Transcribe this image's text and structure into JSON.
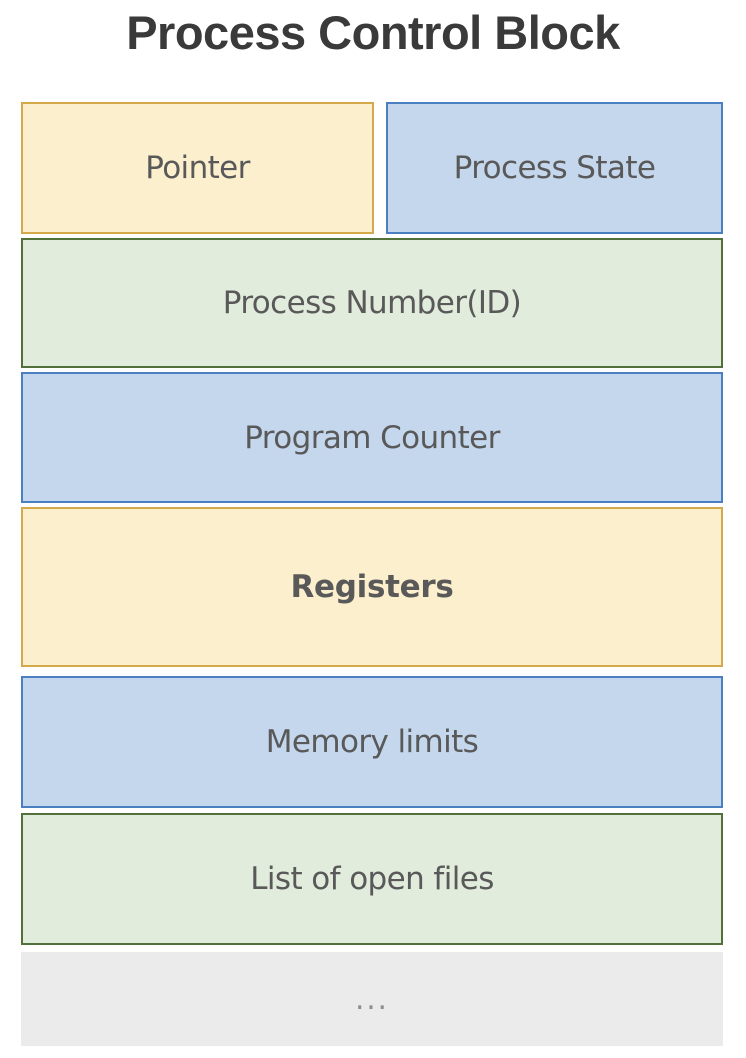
{
  "figure": {
    "title": "Process Control Block",
    "title_color": "#3a3a3a",
    "background": "#ffffff",
    "label_color": "#595959"
  },
  "palette": {
    "yellow_fill": "#fcefcd",
    "yellow_border": "#d4a94a",
    "blue_fill": "#c4d7ed",
    "blue_border": "#4a7fc1",
    "green_fill": "#e1ecdc",
    "green_border": "#51703a",
    "gray_fill": "#ebebeb",
    "gray_text": "#8d8d8d"
  },
  "rows": [
    {
      "row": 1,
      "split": true,
      "cells": [
        {
          "label": "Pointer",
          "color": "yellow",
          "bold": false
        },
        {
          "label": "Process State",
          "color": "blue",
          "bold": false
        }
      ]
    },
    {
      "row": 2,
      "split": false,
      "cells": [
        {
          "label": "Process Number(ID)",
          "color": "green",
          "bold": false
        }
      ]
    },
    {
      "row": 3,
      "split": false,
      "cells": [
        {
          "label": "Program Counter",
          "color": "blue",
          "bold": false
        }
      ]
    },
    {
      "row": 4,
      "split": false,
      "cells": [
        {
          "label": "Registers",
          "color": "yellow",
          "bold": true
        }
      ]
    },
    {
      "row": 5,
      "split": false,
      "cells": [
        {
          "label": "Memory limits",
          "color": "blue",
          "bold": false
        }
      ]
    },
    {
      "row": 6,
      "split": false,
      "cells": [
        {
          "label": "List of open files",
          "color": "green",
          "bold": false
        }
      ]
    },
    {
      "row": 7,
      "split": false,
      "cells": [
        {
          "label": "...",
          "color": "gray",
          "bold": false
        }
      ]
    }
  ],
  "boxes": {
    "pointer": "Pointer",
    "process_state": "Process State",
    "process_number": "Process Number(ID)",
    "program_counter": "Program Counter",
    "registers": "Registers",
    "memory_limits": "Memory limits",
    "list_of_open_files": "List of open files",
    "more": "..."
  }
}
